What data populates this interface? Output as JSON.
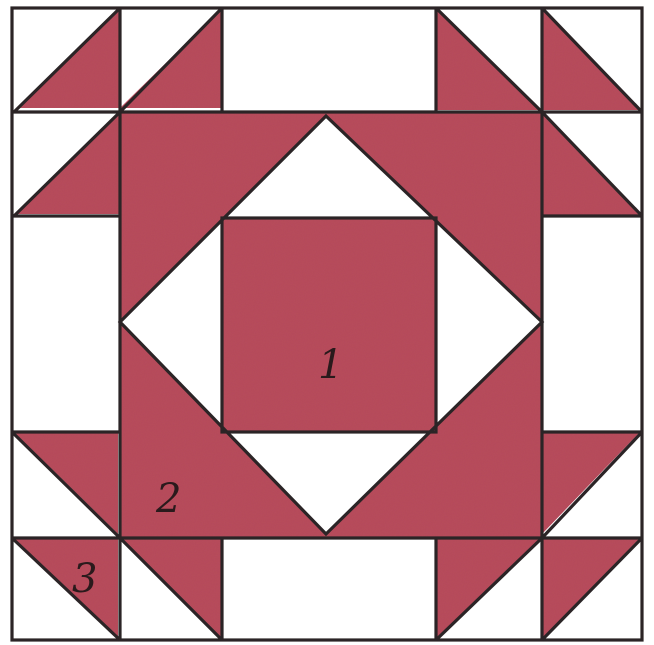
{
  "colors": {
    "fabric": "#b84d5c",
    "background": "#ffffff",
    "outline": "#2b2426",
    "paper": "#f6f2ef"
  },
  "block": {
    "piece_labels": {
      "center": "1",
      "frame": "2",
      "corner": "3"
    }
  }
}
